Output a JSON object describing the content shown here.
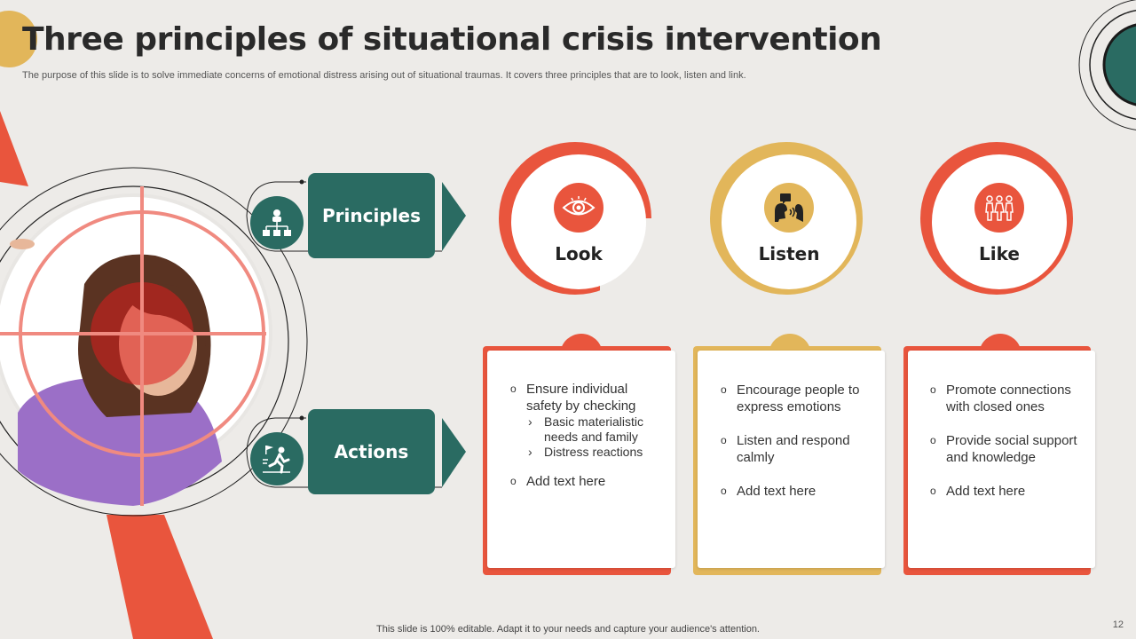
{
  "title": "Three principles of situational crisis intervention",
  "subtitle": "The purpose of this slide is to solve immediate concerns of emotional distress arising out of situational traumas. It covers three principles that are to  look, listen and link.",
  "footer": "This slide is 100% editable. Adapt it to your needs and capture your audience's attention.",
  "page_number": "12",
  "colors": {
    "teal": "#2a6b62",
    "coral": "#e9553d",
    "gold": "#e2b65a",
    "background": "#edebe8"
  },
  "left_labels": {
    "principles": "Principles",
    "actions": "Actions"
  },
  "icons": {
    "principles": "org-chart-icon",
    "actions": "person-running-exit-icon",
    "look": "eye-icon",
    "listen": "speaking-listening-icon",
    "like": "people-group-icon"
  },
  "principles": [
    {
      "label": "Look",
      "color": "#e9553d"
    },
    {
      "label": "Listen",
      "color": "#e2b65a"
    },
    {
      "label": "Like",
      "color": "#e9553d"
    }
  ],
  "cards": [
    {
      "items": [
        {
          "text": "Ensure individual safety by checking",
          "sub": [
            "Basic materialistic needs and family",
            "Distress reactions"
          ]
        },
        {
          "text": "Add text here"
        }
      ]
    },
    {
      "items": [
        {
          "text": "Encourage people to express emotions"
        },
        {
          "text": "Listen and respond calmly"
        },
        {
          "text": "Add text here"
        }
      ]
    },
    {
      "items": [
        {
          "text": "Promote connections with closed ones"
        },
        {
          "text": "Provide social support and knowledge"
        },
        {
          "text": "Add text here"
        }
      ]
    }
  ]
}
